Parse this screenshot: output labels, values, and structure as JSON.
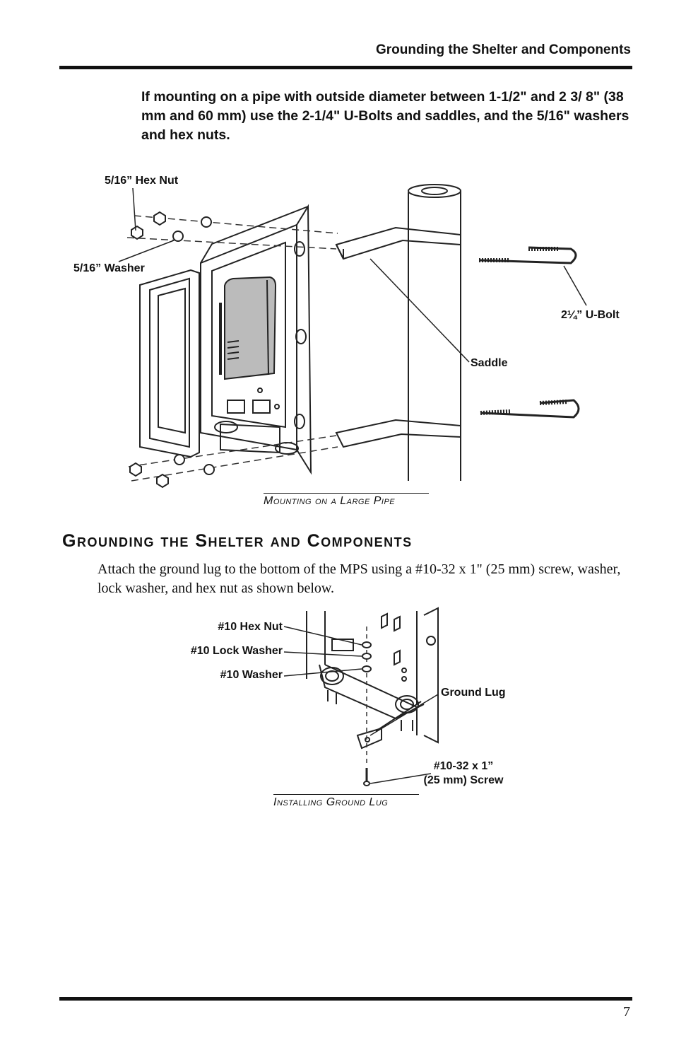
{
  "header": {
    "title": "Grounding the Shelter and Components"
  },
  "note": "If mounting on a pipe with outside diameter between 1-1/2\" and 2 3/ 8\" (38 mm and 60 mm) use the 2-1/4\" U-Bolts and saddles, and the 5/16\" washers and hex nuts.",
  "figure1": {
    "labels": {
      "hex_nut": "5/16” Hex Nut",
      "washer": "5/16” Washer",
      "u_bolt": "2¼” U-Bolt",
      "saddle": "Saddle"
    },
    "caption": "Mounting on a Large Pipe"
  },
  "section": {
    "title": "Grounding the Shelter and Components",
    "body": "Attach the ground lug to the bottom of the MPS using a #10-32 x 1\" (25 mm) screw, washer, lock washer, and hex nut as shown below."
  },
  "figure2": {
    "labels": {
      "hex_nut": "#10 Hex Nut",
      "lock_washer": "#10 Lock Washer",
      "washer": "#10 Washer",
      "ground_lug": "Ground Lug",
      "screw_line1": "#10-32 x 1”",
      "screw_line2": "(25 mm) Screw"
    },
    "caption": "Installing Ground Lug"
  },
  "footer": {
    "page_number": "7"
  }
}
